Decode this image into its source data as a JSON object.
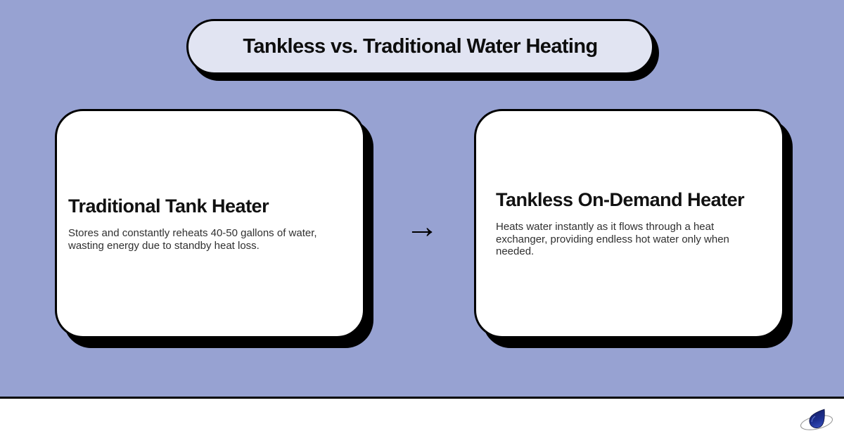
{
  "header": {
    "title": "Tankless vs. Traditional Water Heating"
  },
  "cards": [
    {
      "title": "Traditional Tank Heater",
      "description": "Stores and constantly reheats 40-50 gallons of water, wasting energy due to standby heat loss."
    },
    {
      "title": "Tankless On-Demand Heater",
      "description": "Heats water instantly as it flows through a heat exchanger, providing endless hot water only when needed."
    }
  ],
  "arrow": {
    "glyph": "→"
  },
  "footer": {
    "logo": "water-drop-logo"
  },
  "colors": {
    "background": "#97a2d2",
    "pill_fill": "#e1e4f2",
    "card_fill": "#ffffff",
    "outline": "#000000",
    "title_text": "#0d0d0d",
    "body_text": "#303030",
    "logo_blue": "#1d2f8f",
    "logo_blue_dark": "#131b5e",
    "logo_ring": "#999999"
  }
}
